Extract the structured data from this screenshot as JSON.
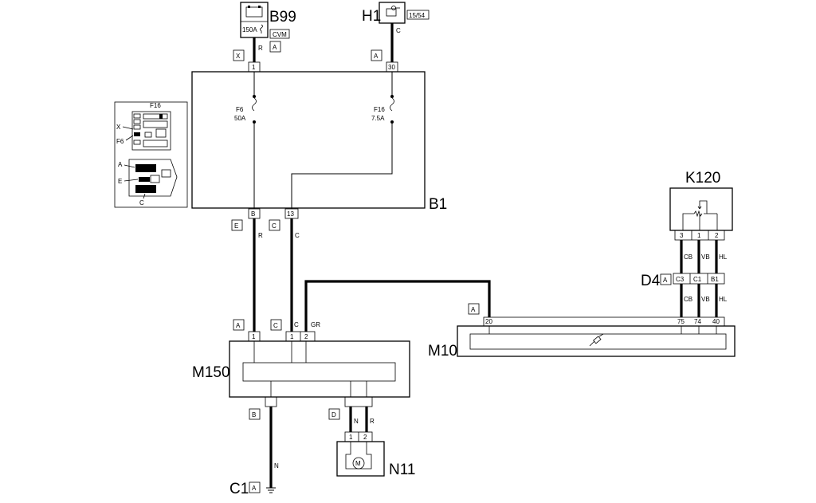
{
  "components": {
    "b99": {
      "code": "B99",
      "fuse": "150A",
      "tag": "CVM"
    },
    "h1": {
      "code": "H1",
      "tag": "15/54"
    },
    "b1": {
      "code": "B1"
    },
    "k120": {
      "code": "K120"
    },
    "d4": {
      "code": "D4"
    },
    "m10": {
      "code": "M10"
    },
    "m150": {
      "code": "M150"
    },
    "n11": {
      "code": "N11"
    },
    "c1": {
      "code": "C1"
    }
  },
  "fuses": {
    "f6": {
      "name": "F6",
      "rating": "50A"
    },
    "f16": {
      "name": "F16",
      "rating": "7.5A"
    }
  },
  "connector_letters": {
    "b99_x": "X",
    "b99_a": "A",
    "h1_a": "A",
    "b1_e": "E",
    "b1_c": "C",
    "m150_a": "A",
    "m150_c": "C",
    "m150_b": "B",
    "m150_d": "D",
    "m10_a": "A",
    "d4_a": "A",
    "c1_a": "A"
  },
  "pins": {
    "b1_in1": "1",
    "b1_in30": "30",
    "b1_outB": "B",
    "b1_out13": "13",
    "m150_1a": "1",
    "m150_1c": "1",
    "m150_2": "2",
    "k120_3": "3",
    "k120_1": "1",
    "k120_2": "2",
    "d4_c3": "C3",
    "d4_c1": "C1",
    "d4_b1": "B1",
    "m10_20": "20",
    "m10_75": "75",
    "m10_74": "74",
    "m10_40": "40",
    "n11_1": "1",
    "n11_2": "2"
  },
  "wire_colors": {
    "b99_r": "R",
    "h1_c": "C",
    "b1_r": "R",
    "b1_c": "C",
    "m150_c": "C",
    "m150_gr": "GR",
    "k120_cb": "CB",
    "k120_vb": "VB",
    "k120_hl": "HL",
    "d4_cb": "CB",
    "d4_vb": "VB",
    "d4_hl": "HL",
    "n11_n": "N",
    "n11_r": "R",
    "c1_n": "N"
  },
  "inset": {
    "fuse_label": "F16",
    "x_label": "X",
    "f6_label": "F6",
    "a_label": "A",
    "e_label": "E",
    "c_label": "C"
  },
  "icons": [
    "battery-icon",
    "ignition-switch-icon",
    "fuse-icon",
    "motor-icon",
    "potentiometer-icon",
    "ground-icon",
    "injector-icon"
  ]
}
